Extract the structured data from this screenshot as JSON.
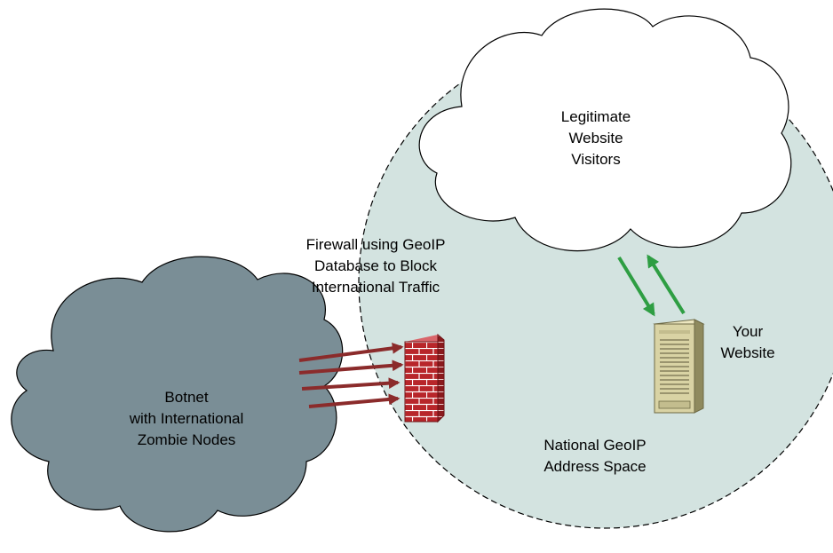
{
  "colors": {
    "national_space_fill": "#d3e3e0",
    "national_space_border": "#000000",
    "legit_cloud_fill": "#ffffff",
    "botnet_cloud_fill": "#7a8e96",
    "firewall_brick": "#b8262a",
    "firewall_mortar": "#ffffff",
    "attack_arrow": "#8b2b2b",
    "traffic_arrow": "#2e9e43",
    "server_body": "#d9d3a4",
    "server_shadow": "#8f8a5e"
  },
  "legit_cloud": {
    "lines": [
      "Legitimate",
      "Website",
      "Visitors"
    ]
  },
  "firewall": {
    "lines": [
      "Firewall using GeoIP",
      "Database to Block",
      "International Traffic"
    ],
    "icon": "firewall-icon"
  },
  "website": {
    "lines": [
      "Your",
      "Website"
    ],
    "icon": "server-icon"
  },
  "national_space": {
    "lines": [
      "National GeoIP",
      "Address Space"
    ]
  },
  "botnet": {
    "lines": [
      "Botnet",
      "with International",
      "Zombie Nodes"
    ]
  }
}
